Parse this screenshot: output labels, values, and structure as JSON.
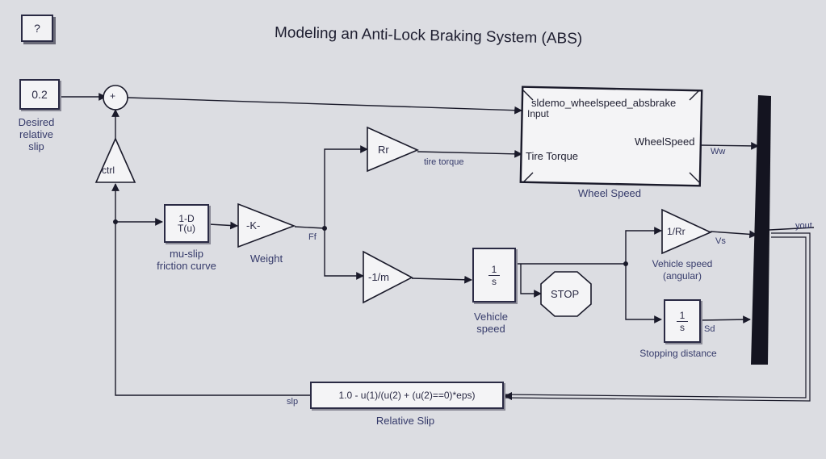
{
  "title": "Modeling an Anti-Lock Braking System (ABS)",
  "help_label": "?",
  "constant": {
    "value": "0.2",
    "label": "Desired\nrelative\nslip"
  },
  "sum": {
    "sign": "+"
  },
  "ctrl": {
    "label": "ctrl"
  },
  "lookup": {
    "line1": "1-D",
    "line2": "T(u)",
    "label": "mu-slip\nfriction curve"
  },
  "weight": {
    "gain": "-K-",
    "label": "Weight"
  },
  "ff_signal": "Ff",
  "rr_gain": {
    "gain": "Rr",
    "out_signal": "tire torque"
  },
  "neg_inv_m": {
    "gain": "-1/m"
  },
  "wheel_subsystem": {
    "ref_name": "sldemo_wheelspeed_absbrake",
    "port_input": "Input",
    "port_tire_torque": "Tire Torque",
    "port_wheelspeed": "WheelSpeed",
    "label": "Wheel Speed",
    "out_signal": "Ww"
  },
  "vehicle_integrator": {
    "num": "1",
    "den": "s",
    "label": "Vehicle\nspeed"
  },
  "stop_block": {
    "text": "STOP"
  },
  "inv_rr": {
    "gain": "1/Rr",
    "out_signal": "Vs",
    "label": "Vehicle speed\n(angular)"
  },
  "distance_integrator": {
    "num": "1",
    "den": "s",
    "out_signal": "Sd",
    "label": "Stopping distance"
  },
  "mux_out_signal": "yout",
  "fcn": {
    "expr": "1.0 - u(1)/(u(2) + (u(2)==0)*eps)",
    "label": "Relative Slip",
    "out_signal": "slp"
  }
}
